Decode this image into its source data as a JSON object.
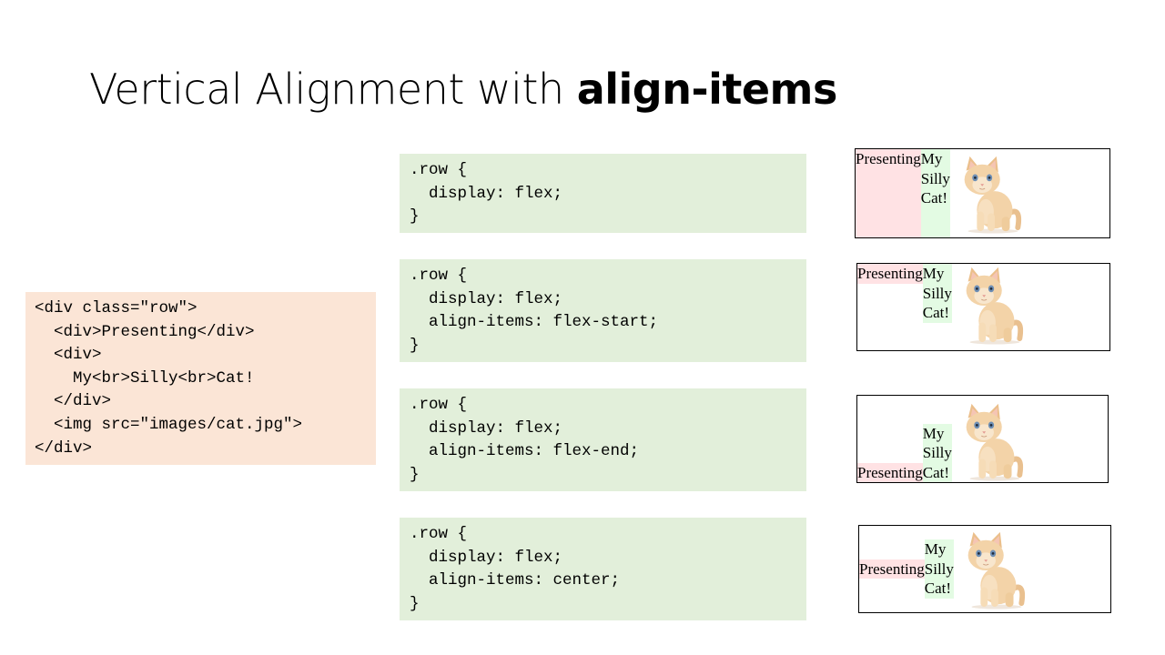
{
  "slide": {
    "title_prefix": "Vertical Alignment with ",
    "title_bold": "align-items"
  },
  "html_code": "<div class=\"row\">\n  <div>Presenting</div>\n  <div>\n    My<br>Silly<br>Cat!\n  </div>\n  <img src=\"images/cat.jpg\">\n</div>",
  "css_blocks": [
    {
      "code": ".row {\n  display: flex;\n}"
    },
    {
      "code": ".row {\n  display: flex;\n  align-items: flex-start;\n}"
    },
    {
      "code": ".row {\n  display: flex;\n  align-items: flex-end;\n}"
    },
    {
      "code": ".row {\n  display: flex;\n  align-items: center;\n}"
    }
  ],
  "demo": {
    "first_item": "Presenting",
    "line_1": "My",
    "line_2": "Silly",
    "line_3": "Cat!",
    "image_alt": "cat-image"
  },
  "colors": {
    "html_code_bg": "#fbe5d6",
    "css_code_bg": "#e2efda",
    "presenting_bg": "#ffe2e4",
    "words_bg": "#e3fbe3"
  }
}
